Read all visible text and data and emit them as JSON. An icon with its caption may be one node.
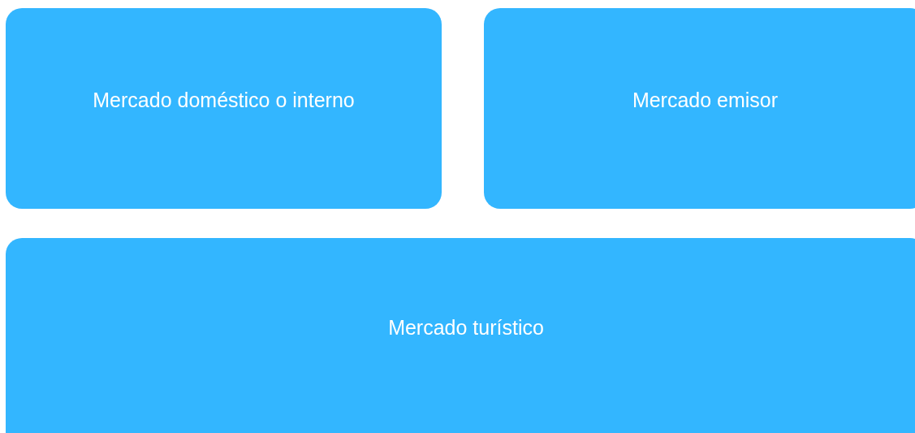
{
  "diagram": {
    "nodes": [
      {
        "text": [
          "Mercado doméstico o interno"
        ]
      },
      {
        "text": [
          "Mercado emisor"
        ]
      },
      {
        "text": [
          "Mercado turístico"
        ]
      }
    ]
  }
}
